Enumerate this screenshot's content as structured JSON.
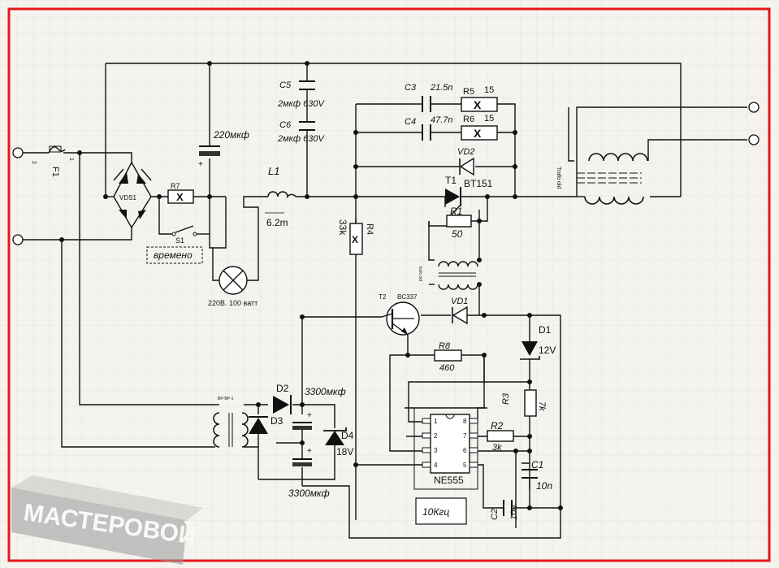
{
  "colors": {
    "frame": "#e8161b",
    "grid": "#dcdad0",
    "background": "#f4f3ee",
    "ink": "#111111",
    "watermark": "#8f8f8f"
  },
  "labels": {
    "f1": "F1",
    "f1_pin2": "2",
    "f1_pin1": "1",
    "vds1": "VDS1",
    "r7": "R7",
    "s1": "S1",
    "vremeno": "времено",
    "cap_main": "220мкф",
    "lamp": "220В. 100 ватт",
    "l1": "L1",
    "l1_val": "6.2m",
    "c5": "C5",
    "c5_val": "2мкф 630V",
    "c6": "C6",
    "c6_val": "2мкф 630V",
    "c3": "C3",
    "c3_val": "21.5n",
    "r5": "R5",
    "r5_val": "15",
    "c4": "C4",
    "c4_val": "47.7n",
    "r6": "R6",
    "r6_val": "15",
    "vd2": "VD2",
    "t1": "T1",
    "t1_part": "BT151",
    "r1": "R1",
    "r1_val": "50",
    "r4": "R4",
    "r4_val": "33k",
    "trafo_right": "Trafo old",
    "trafo_small": "trafo old",
    "t2": "T2",
    "t2_part": "BC337",
    "vd1": "VD1",
    "r8": "R8",
    "r8_val": "460",
    "d1": "D1",
    "d1_val": "12V",
    "r3": "R3",
    "r3_val": "7k",
    "r2": "R2",
    "r2_val": "3k",
    "c1": "C1",
    "c1_val": "10n",
    "c2": "C2",
    "c2_val": "10n",
    "ne555": "NE555",
    "pin1": "1",
    "pin2": "2",
    "pin3": "3",
    "pin4": "4",
    "pin5": "5",
    "pin6": "6",
    "pin7": "7",
    "pin8": "8",
    "freq": "10Кгц",
    "d2": "D2",
    "d3": "D3",
    "d4": "D4",
    "d4_val": "18V",
    "cap_upper": "3300мкф",
    "cap_lower": "3300мкф",
    "trafo_left": "ВР-ВР-1",
    "watermark": "МАСТЕРОВОЙ"
  }
}
